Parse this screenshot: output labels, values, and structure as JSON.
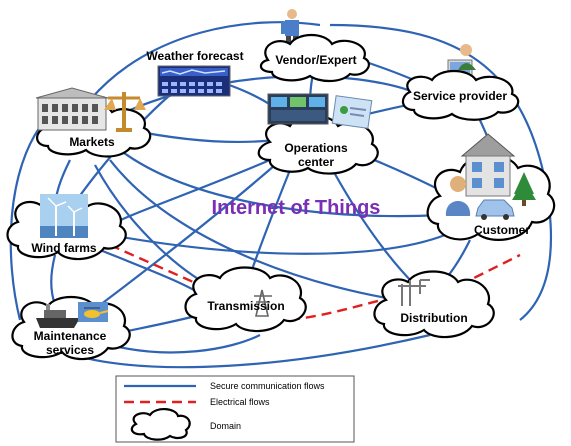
{
  "title": "Internet of Things",
  "colors": {
    "secure": "#2f63b3",
    "electrical": "#e02020",
    "title": "#7a2fb5"
  },
  "nodes": {
    "weather": "Weather forecast",
    "vendor": "Vendor/Expert",
    "service": "Service provider",
    "markets": "Markets",
    "ops_line1": "Operations",
    "ops_line2": "center",
    "customer": "Customer",
    "wind": "Wind farms",
    "maint_line1": "Maintenance",
    "maint_line2": "services",
    "transmission": "Transmission",
    "distribution": "Distribution"
  },
  "legend": {
    "secure": "Secure communication flows",
    "electrical": "Electrical flows",
    "domain": "Domain"
  },
  "icons": [
    "weather-map-icon",
    "expert-person-icon",
    "laptop-user-icon",
    "building-icon",
    "scales-icon",
    "control-room-icon",
    "monitor-chart-icon",
    "house-icon",
    "person-icon",
    "tree-icon",
    "car-icon",
    "wind-turbine-icon",
    "ship-icon",
    "helicopter-icon",
    "transmission-tower-icon",
    "distribution-pole-icon"
  ]
}
